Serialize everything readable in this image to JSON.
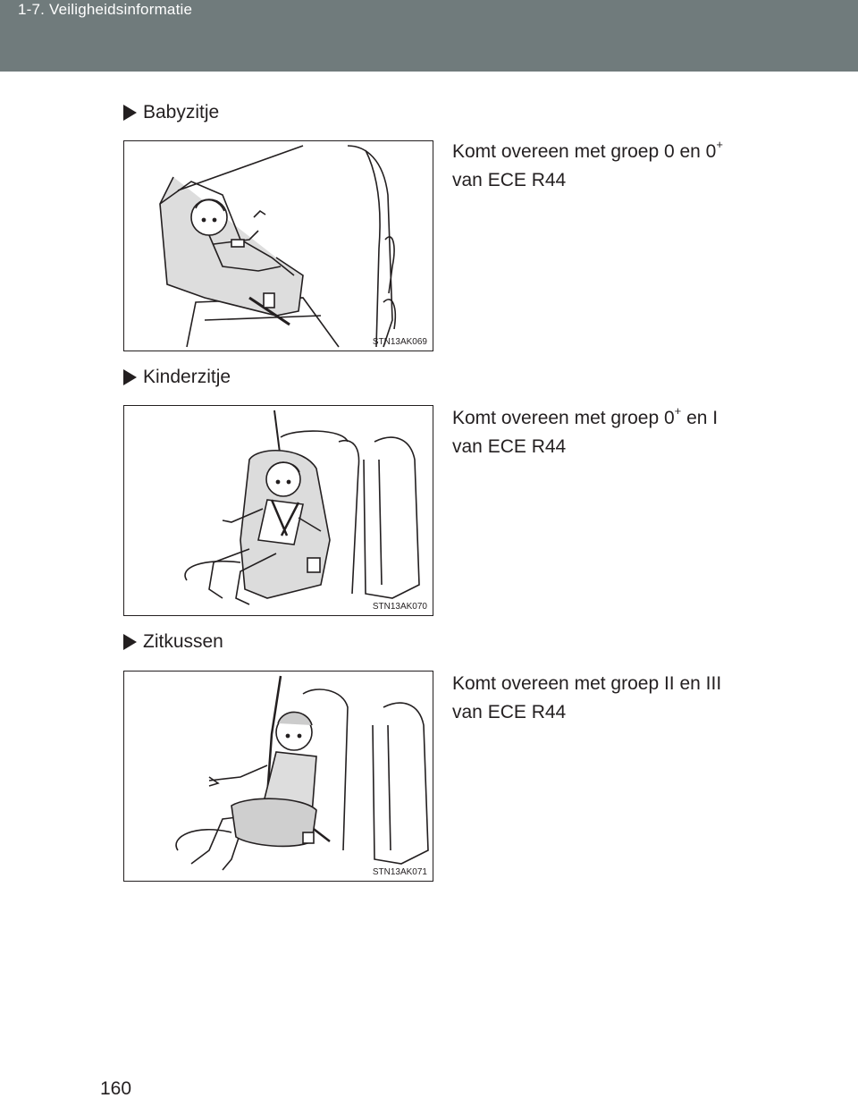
{
  "header": {
    "title": "1-7. Veiligheidsinformatie"
  },
  "sections": [
    {
      "title": "Babyzitje",
      "image_code": "STN13AK069",
      "desc_line1": "Komt overeen met groep 0 en 0",
      "desc_sup": "+",
      "desc_line1_after": "",
      "desc_line2": "van ECE R44"
    },
    {
      "title": "Kinderzitje",
      "image_code": "STN13AK070",
      "desc_line1": "Komt overeen met groep 0",
      "desc_sup": "+",
      "desc_line1_after": " en I",
      "desc_line2": "van ECE R44"
    },
    {
      "title": "Zitkussen",
      "image_code": "STN13AK071",
      "desc_line1": "Komt overeen met groep II en III",
      "desc_sup": "",
      "desc_line1_after": "",
      "desc_line2": "van ECE R44"
    }
  ],
  "footer": {
    "page_number": "160"
  },
  "colors": {
    "header_bg": "#707b7c",
    "text": "#231f20"
  },
  "icons": [
    "triangle-right-icon"
  ]
}
